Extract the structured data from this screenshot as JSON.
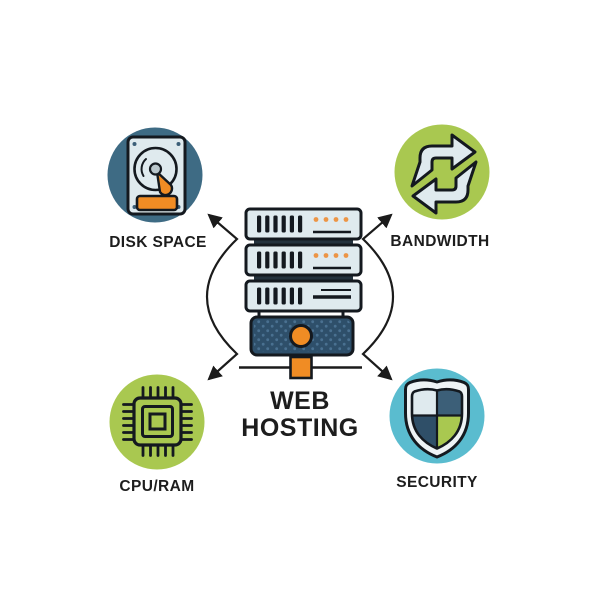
{
  "page": {
    "type": "web-hosting-infographic",
    "background": "#ffffff"
  },
  "title": {
    "line1": "WEB",
    "line2": "HOSTING"
  },
  "center_icon": "server-stack-icon",
  "nodes": {
    "disk_space": {
      "label": "DISK SPACE",
      "icon": "hard-drive-icon",
      "circle_color": "#3e6b84"
    },
    "bandwidth": {
      "label": "BANDWIDTH",
      "icon": "sync-arrows-icon",
      "circle_color": "#a9c850"
    },
    "cpu_ram": {
      "label": "CPU/RAM",
      "icon": "cpu-chip-icon",
      "circle_color": "#a9c850"
    },
    "security": {
      "label": "SECURITY",
      "icon": "shield-icon",
      "circle_color": "#5abccf"
    }
  },
  "colors": {
    "outline": "#14191f",
    "connector": "#1b1b1b",
    "text": "#1d1d1d",
    "accent-orange": "#f08c24",
    "dot-orange": "#ec9546",
    "panel-light": "#dfeaee",
    "base-navy": "#2e4f6a",
    "base-dot": "#4a7191",
    "strip-dark": "#24323d",
    "steel-blue": "#3e6b84",
    "green": "#a9c850",
    "sky-blue": "#5abccf",
    "slate": "#3c5f78",
    "navy": "#2f4f68",
    "shield-white": "#eef3f5",
    "hub-gray": "#b9c6cb"
  }
}
